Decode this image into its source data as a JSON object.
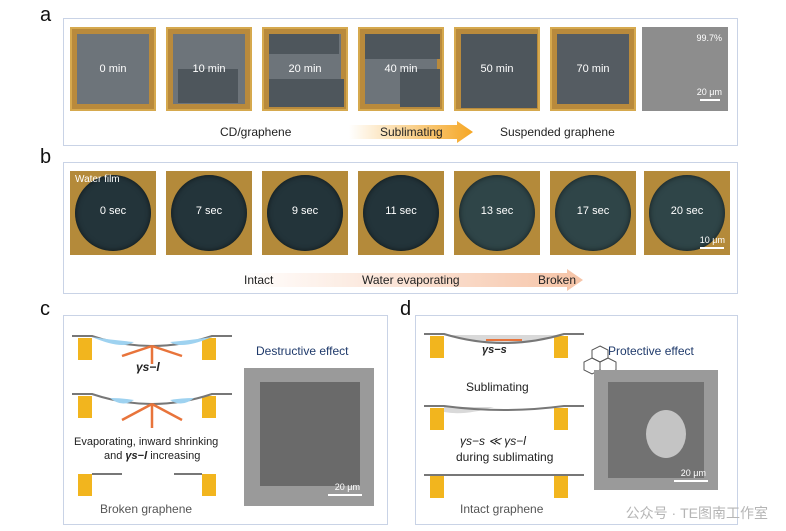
{
  "panel_letters": {
    "a": "a",
    "b": "b",
    "c": "c",
    "d": "d"
  },
  "panel_a": {
    "tiles": [
      "0 min",
      "10 min",
      "20 min",
      "40 min",
      "50 min",
      "70 min"
    ],
    "sem_percent": "99.7%",
    "sem_scale": "20 μm",
    "label_left": "CD/graphene",
    "label_middle": "Sublimating",
    "label_right": "Suspended graphene",
    "arrow_color": "#f5a623"
  },
  "panel_b": {
    "film_label": "Water film",
    "tiles": [
      "0 sec",
      "7 sec",
      "9 sec",
      "11 sec",
      "13 sec",
      "17 sec",
      "20 sec"
    ],
    "scale": "10 μm",
    "label_left": "Intact",
    "label_middle": "Water evaporating",
    "label_right": "Broken",
    "arrow_color": "#f6c4a7"
  },
  "panel_c": {
    "title": "Destructive effect",
    "gamma_label": "γs−l",
    "caption_line1": "Evaporating, inward shrinking",
    "caption_line2_prefix": "and ",
    "caption_line2_gamma": "γs−l",
    "caption_line2_suffix": " increasing",
    "bottom_label": "Broken graphene",
    "sem_scale": "20 μm"
  },
  "panel_d": {
    "title": "Protective effect",
    "gamma_label": "γs−s",
    "sublimating": "Sublimating",
    "relation": "γs−s ≪ γs−l",
    "during": "during sublimating",
    "bottom_label": "Intact graphene",
    "sem_scale": "20 μm"
  },
  "colors": {
    "pillar": "#f2b51e",
    "arrow": "#e8743b",
    "panel_border": "#c9d3e6",
    "title": "#1f3a6b"
  },
  "watermark": "公众号 · TE图南工作室"
}
